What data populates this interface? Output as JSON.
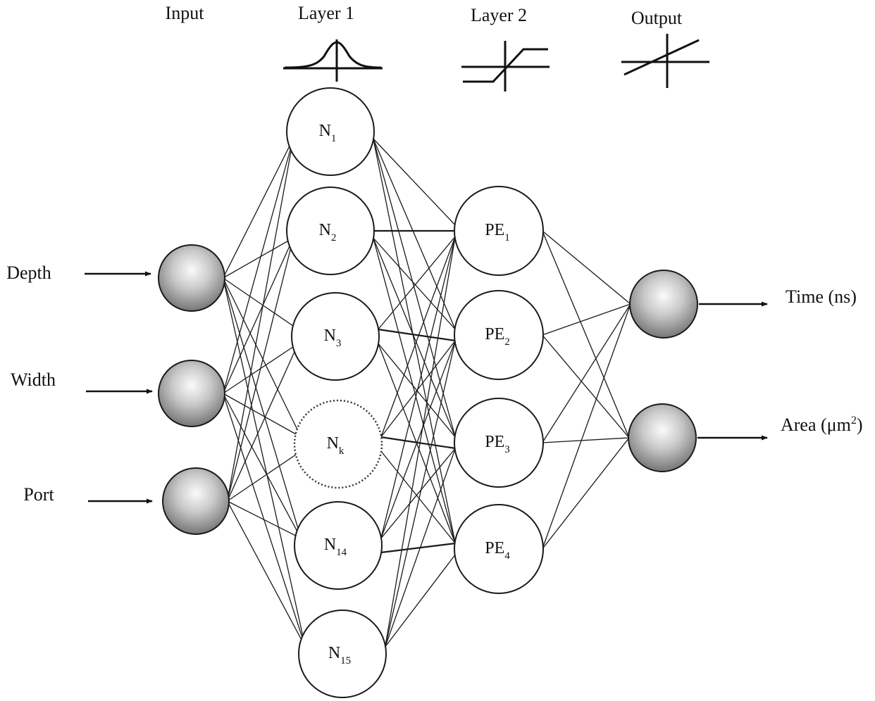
{
  "headers": {
    "input": "Input",
    "layer1": "Layer 1",
    "layer2": "Layer 2",
    "output": "Output"
  },
  "activation_icons": {
    "layer1": "gaussian-icon",
    "layer2": "saturating-linear-icon",
    "output": "linear-icon"
  },
  "inputs": [
    {
      "label": "Depth"
    },
    {
      "label": "Width"
    },
    {
      "label": "Port"
    }
  ],
  "layer1_nodes": [
    {
      "main": "N",
      "sub": "1"
    },
    {
      "main": "N",
      "sub": "2"
    },
    {
      "main": "N",
      "sub": "3"
    },
    {
      "main": "N",
      "sub": "k",
      "dotted": true
    },
    {
      "main": "N",
      "sub": "14"
    },
    {
      "main": "N",
      "sub": "15"
    }
  ],
  "layer2_nodes": [
    {
      "main": "PE",
      "sub": "1"
    },
    {
      "main": "PE",
      "sub": "2"
    },
    {
      "main": "PE",
      "sub": "3"
    },
    {
      "main": "PE",
      "sub": "4"
    }
  ],
  "outputs": [
    {
      "label": "Time (ns)"
    },
    {
      "label": "Area (μm",
      "sup": "2",
      "tail": ")"
    }
  ]
}
